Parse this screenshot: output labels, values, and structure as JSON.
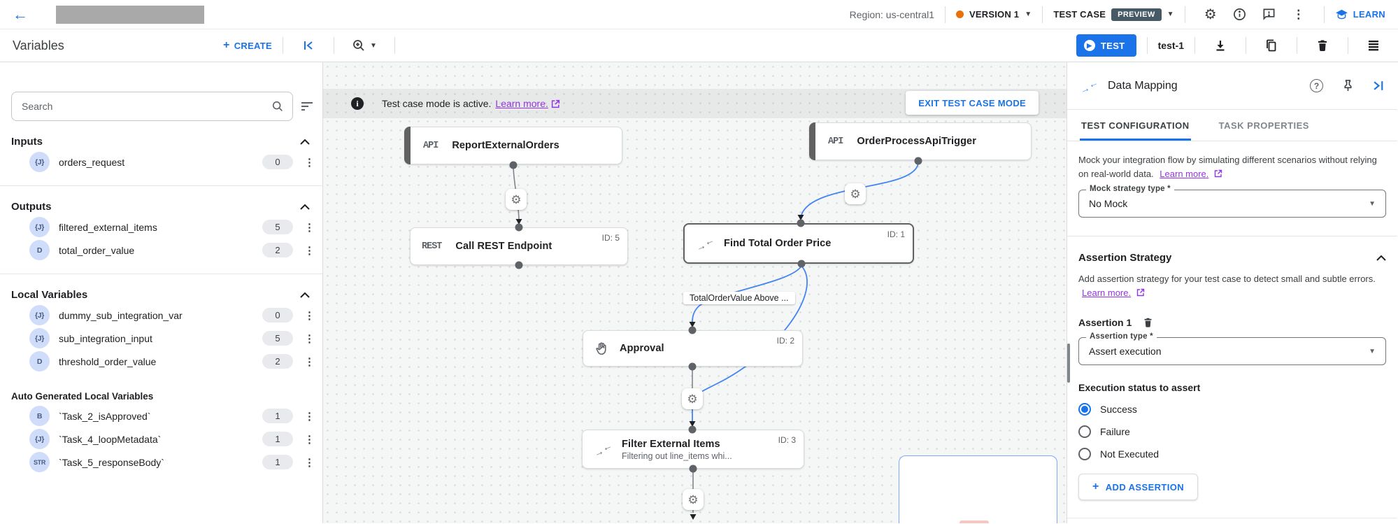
{
  "topbar": {
    "region": "Region: us-central1",
    "version": "VERSION 1",
    "test_case": "TEST CASE",
    "preview": "PREVIEW",
    "learn": "LEARN"
  },
  "toolbar": {
    "title": "Variables",
    "create": "CREATE",
    "test": "TEST",
    "test_name": "test-1"
  },
  "sidebar": {
    "search_placeholder": "Search",
    "sections": [
      {
        "label": "Inputs",
        "items": [
          {
            "type": "{J}",
            "name": "orders_request",
            "count": "0"
          }
        ]
      },
      {
        "label": "Outputs",
        "items": [
          {
            "type": "{J}",
            "name": "filtered_external_items",
            "count": "5"
          },
          {
            "type": "D",
            "name": "total_order_value",
            "count": "2"
          }
        ]
      },
      {
        "label": "Local Variables",
        "items": [
          {
            "type": "{J}",
            "name": "dummy_sub_integration_var",
            "count": "0"
          },
          {
            "type": "{J}",
            "name": "sub_integration_input",
            "count": "5"
          },
          {
            "type": "D",
            "name": "threshold_order_value",
            "count": "2"
          }
        ]
      },
      {
        "label": "Auto Generated Local Variables",
        "items": [
          {
            "type": "B",
            "name": "`Task_2_isApproved`",
            "count": "1"
          },
          {
            "type": "{J}",
            "name": "`Task_4_loopMetadata`",
            "count": "1"
          },
          {
            "type": "STR",
            "name": "`Task_5_responseBody`",
            "count": "1"
          }
        ]
      }
    ]
  },
  "canvas": {
    "banner": {
      "text": "Test case mode is active.",
      "link": "Learn more.",
      "exit": "EXIT TEST CASE MODE"
    },
    "nodes": {
      "report": {
        "kind": "API",
        "title": "ReportExternalOrders"
      },
      "trigger": {
        "kind": "API",
        "title": "OrderProcessApiTrigger"
      },
      "rest": {
        "kind": "REST",
        "title": "Call REST Endpoint",
        "id": "ID: 5"
      },
      "find_total": {
        "title": "Find Total Order Price",
        "id": "ID: 1"
      },
      "approval": {
        "title": "Approval",
        "id": "ID: 2"
      },
      "filter": {
        "title": "Filter External Items",
        "subtitle": "Filtering out line_items whi...",
        "id": "ID: 3"
      }
    },
    "edge_label": "TotalOrderValue Above ..."
  },
  "panel": {
    "title": "Data Mapping",
    "tabs": [
      "TEST CONFIGURATION",
      "TASK PROPERTIES"
    ],
    "mock": {
      "description": "Mock your integration flow by simulating different scenarios without relying on real-world data.",
      "link": "Learn more.",
      "label": "Mock strategy type *",
      "value": "No Mock"
    },
    "assertion_strategy": {
      "heading": "Assertion Strategy",
      "description": "Add assertion strategy for your test case to detect small and subtle errors.",
      "link": "Learn more."
    },
    "assertion": {
      "title": "Assertion 1",
      "type_label": "Assertion type *",
      "type_value": "Assert execution",
      "status_label": "Execution status to assert",
      "options": [
        "Success",
        "Failure",
        "Not Executed"
      ],
      "add": "ADD ASSERTION"
    }
  },
  "colors": {
    "accent": "#1a73e8",
    "link_purple": "#9334e6",
    "preview_badge": "#455a64",
    "version_dot": "#e8710a"
  }
}
